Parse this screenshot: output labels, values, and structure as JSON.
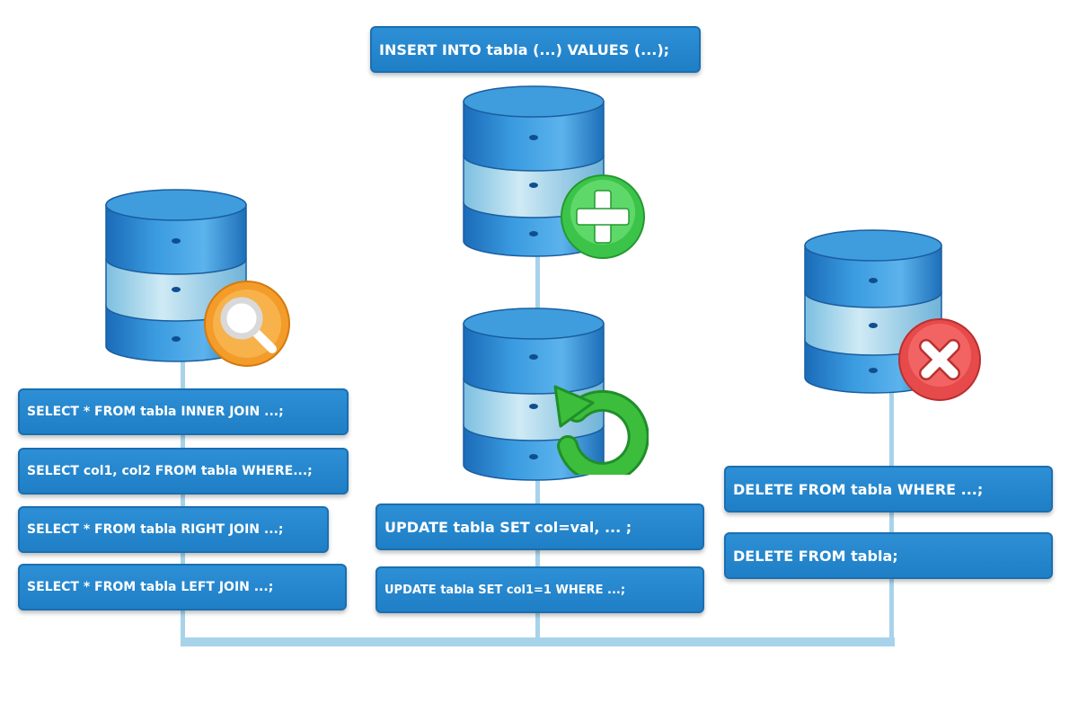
{
  "insert": {
    "query": "INSERT INTO tabla (...) VALUES (...);"
  },
  "select": {
    "queries": [
      "SELECT * FROM tabla INNER JOIN ...;",
      "SELECT col1, col2 FROM tabla WHERE...;",
      "SELECT * FROM tabla RIGHT JOIN ...;",
      "SELECT * FROM tabla LEFT JOIN ...;"
    ]
  },
  "update": {
    "queries": [
      "UPDATE tabla SET col=val, ... ;",
      "UPDATE tabla SET col1=1 WHERE ...;"
    ]
  },
  "delete": {
    "queries": [
      "DELETE FROM tabla WHERE ...;",
      "DELETE FROM tabla;"
    ]
  },
  "icons": {
    "select": "magnifier-icon",
    "insert": "plus-icon",
    "update": "refresh-arrow-icon",
    "delete": "close-x-icon"
  },
  "colors": {
    "box": "#1f7fc6",
    "connector": "#a7d3ea",
    "db_dark": "#2b86cf",
    "db_light": "#a9d6ea",
    "search_badge": "#f39c2a",
    "plus_badge": "#3cc44a",
    "undo_arrow": "#3dbd3c",
    "delete_badge": "#e74a4a"
  }
}
